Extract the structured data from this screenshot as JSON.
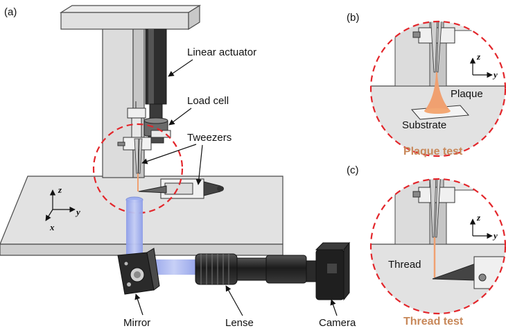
{
  "panels": {
    "a": "(a)",
    "b": "(b)",
    "c": "(c)"
  },
  "labels": {
    "linear_actuator": "Linear actuator",
    "load_cell": "Load cell",
    "tweezers": "Tweezers",
    "mirror": "Mirror",
    "lense": "Lense",
    "camera": "Camera",
    "plaque": "Plaque",
    "substrate": "Substrate",
    "thread": "Thread"
  },
  "captions": {
    "plaque_test": "Plaque test",
    "thread_test": "Thread test"
  },
  "axes": {
    "main": {
      "z": "z",
      "y": "y",
      "x": "x"
    },
    "b": {
      "z": "z",
      "y": "y"
    },
    "c": {
      "z": "z",
      "y": "y"
    }
  },
  "colors": {
    "frame_gray": "#e4e4e4",
    "frame_edge": "#4a4a4a",
    "dashed_circle": "#e3262b",
    "sample_orange": "#f0a070",
    "light_beam": "#a6b4f0",
    "caption_brown": "#c8885a",
    "device_dark": "#2e2e2e"
  }
}
